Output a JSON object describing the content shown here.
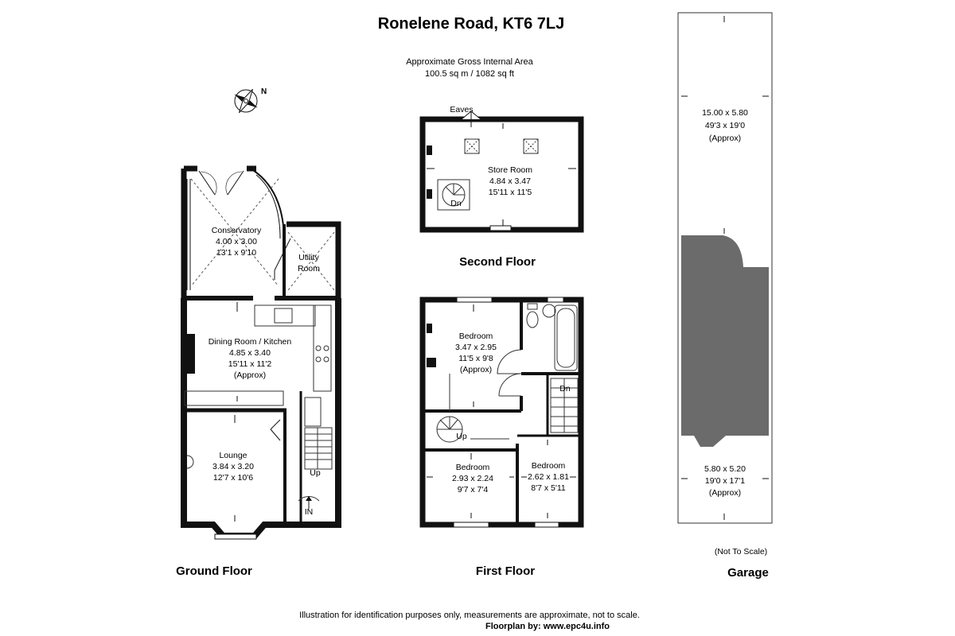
{
  "header": {
    "title": "Ronelene Road, KT6 7LJ",
    "area_line1": "Approximate Gross Internal Area",
    "area_line2": "100.5 sq m / 1082 sq ft"
  },
  "compass": {
    "label": "N"
  },
  "floors": {
    "ground": "Ground Floor",
    "first": "First Floor",
    "second": "Second Floor",
    "garage": "Garage"
  },
  "rooms": {
    "conservatory": {
      "name": "Conservatory",
      "metric": "4.00 x 3.00",
      "imperial": "13'1 x 9'10"
    },
    "utility": {
      "name1": "Utility",
      "name2": "Room"
    },
    "dining": {
      "name": "Dining Room / Kitchen",
      "metric": "4.85 x 3.40",
      "imperial": "15'11 x 11'2",
      "note": "(Approx)"
    },
    "lounge": {
      "name": "Lounge",
      "metric": "3.84 x 3.20",
      "imperial": "12'7 x 10'6"
    },
    "store": {
      "name": "Store Room",
      "metric": "4.84 x 3.47",
      "imperial": "15'11 x 11'5"
    },
    "bed1": {
      "name": "Bedroom",
      "metric": "3.47 x 2.95",
      "imperial": "11'5 x 9'8",
      "note": "(Approx)"
    },
    "bed2": {
      "name": "Bedroom",
      "metric": "2.93 x 2.24",
      "imperial": "9'7 x 7'4"
    },
    "bed3": {
      "name": "Bedroom",
      "metric": "2.62 x 1.81",
      "imperial": "8'7 x 5'11"
    },
    "garage_top": {
      "metric": "15.00 x 5.80",
      "imperial": "49'3 x 19'0",
      "note": "(Approx)"
    },
    "garage_bottom": {
      "metric": "5.80 x 5.20",
      "imperial": "19'0 x 17'1",
      "note": "(Approx)"
    }
  },
  "markers": {
    "eaves": "Eaves",
    "dn": "Dn",
    "up": "Up",
    "in": "IN",
    "not_to_scale": "(Not To Scale)"
  },
  "footer": {
    "disclaimer": "Illustration for identification purposes only, measurements are approximate, not to scale.",
    "credit": "Floorplan by: www.epc4u.info"
  },
  "colors": {
    "wall": "#111111",
    "garage_fill": "#6b6b6b",
    "line": "#333333"
  }
}
